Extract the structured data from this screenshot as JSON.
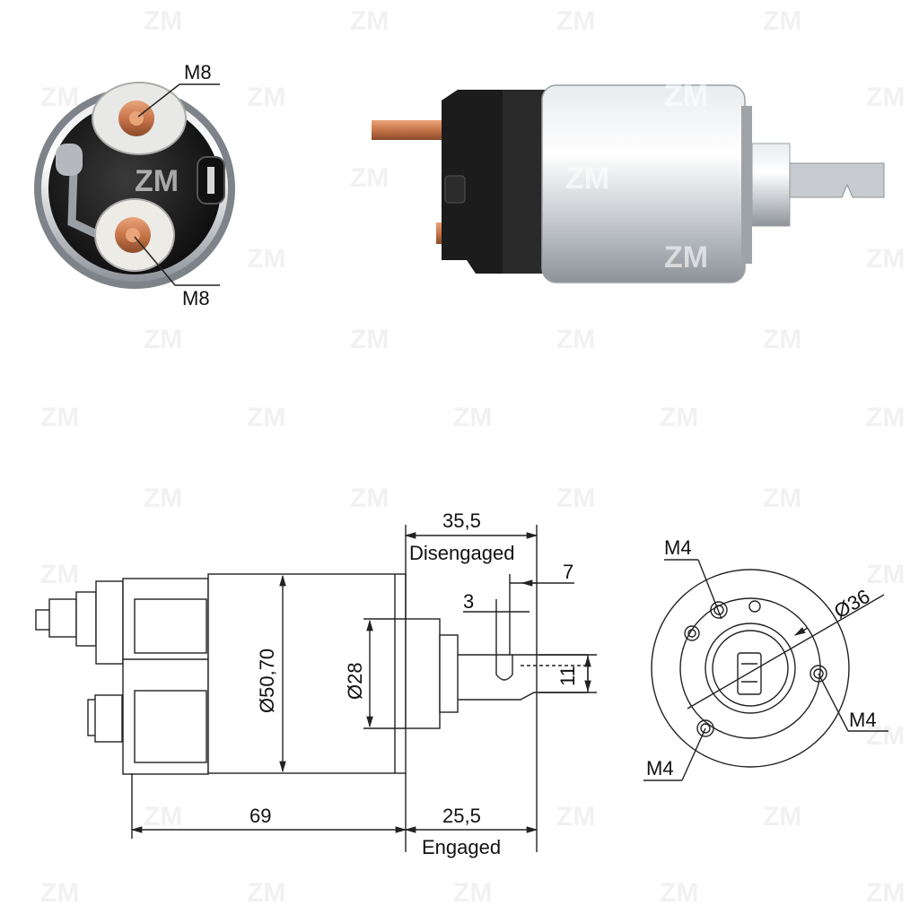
{
  "watermark": "ZM",
  "photo_front": {
    "terminal_top_label": "M8",
    "terminal_bottom_label": "M8"
  },
  "drawing_side": {
    "dim_disengaged_value": "35,5",
    "dim_disengaged_label": "Disengaged",
    "dim_engaged_value": "25,5",
    "dim_engaged_label": "Engaged",
    "dim_length": "69",
    "dim_body_diameter": "Ø50,70",
    "dim_nose_diameter": "Ø28",
    "dim_shaft_offset": "7",
    "dim_slot_width": "3",
    "dim_shaft_height": "11"
  },
  "drawing_front": {
    "hole_top_label": "M4",
    "hole_right_label": "M4",
    "hole_bottom_label": "M4",
    "bolt_circle_label": "Ø36"
  },
  "colors": {
    "copper": "#c87a4a",
    "steel": "#c9ccd0",
    "black_plastic": "#1c1c1c",
    "line": "#222222"
  }
}
